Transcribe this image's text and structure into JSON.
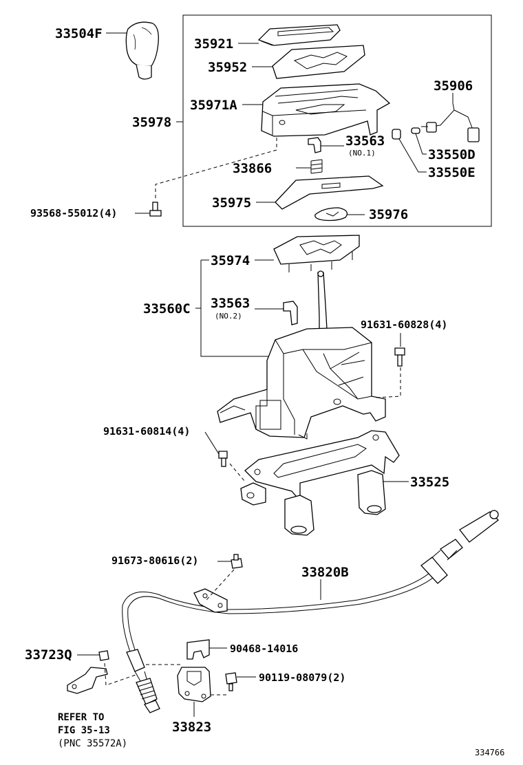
{
  "labels": {
    "p33504F": "33504F",
    "p35921": "35921",
    "p35952": "35952",
    "p35971A": "35971A",
    "p35978": "35978",
    "p35906": "35906",
    "p33563a": "33563",
    "no1": "(NO.1)",
    "p33550D": "33550D",
    "p33866": "33866",
    "p33550E": "33550E",
    "p93568": "93568-55012(4)",
    "p35975": "35975",
    "p35976": "35976",
    "p35974": "35974",
    "p33560C": "33560C",
    "p33563b": "33563",
    "no2": "(NO.2)",
    "p91631a": "91631-60828(4)",
    "p91631b": "91631-60814(4)",
    "p33525": "33525",
    "p91673": "91673-80616(2)",
    "p33820B": "33820B",
    "p33723Q": "33723Q",
    "p90468": "90468-14016",
    "p90119": "90119-08079(2)",
    "p33823": "33823",
    "ref1": "REFER TO",
    "ref2": "FIG 35-13",
    "ref3": "(PNC 35572A)",
    "figno": "334766"
  }
}
